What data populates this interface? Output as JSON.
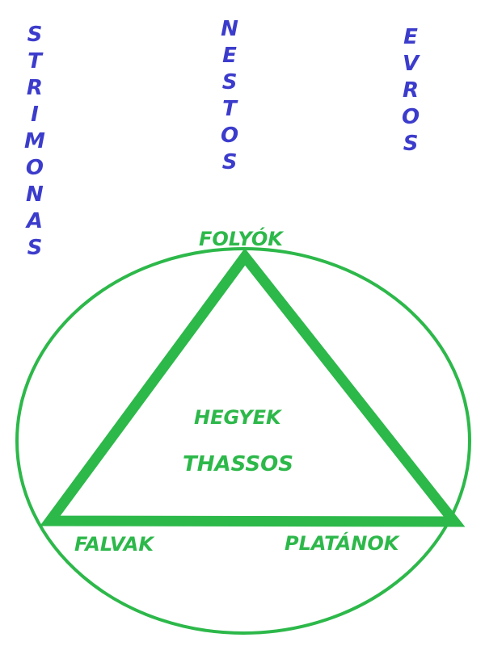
{
  "rivers": {
    "left": "STRIMONAS",
    "middle": "NESTOS",
    "right": "EVROS"
  },
  "triangle": {
    "top": "FOLYÓK",
    "center_line1": "HEGYEK",
    "center_line2": "THASSOS",
    "bottom_left": "FALVAK",
    "bottom_right": "PLATÁNOK"
  },
  "colors": {
    "river_text": "#3c3ccc",
    "diagram_green": "#2db84a"
  }
}
